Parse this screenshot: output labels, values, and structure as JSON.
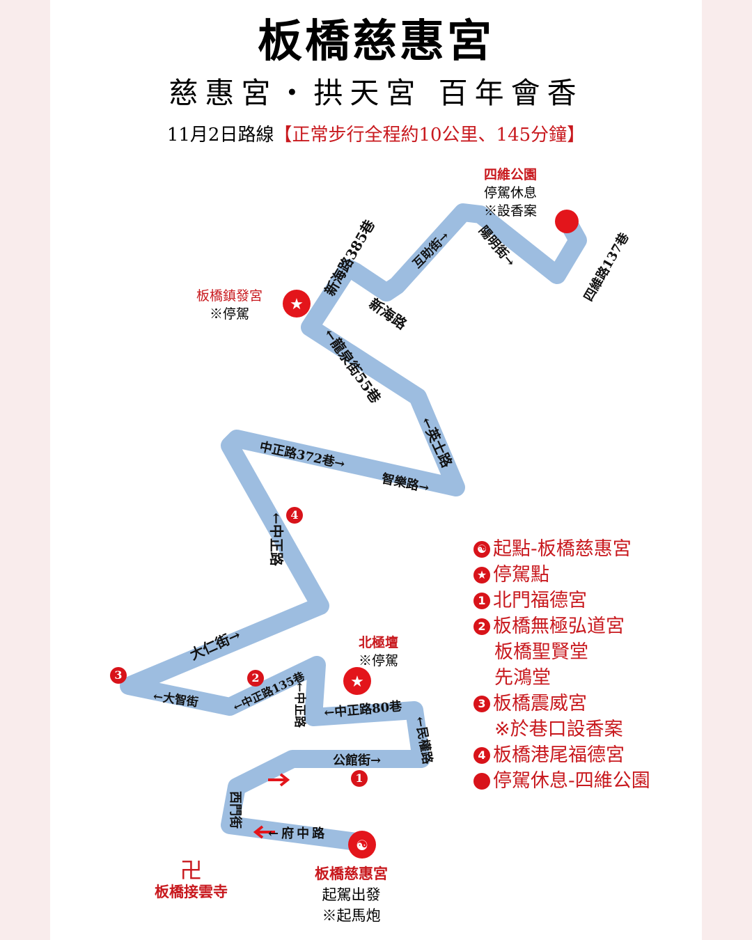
{
  "title": "板橋慈惠宮",
  "subtitle": "慈惠宮・拱天宮 百年會香",
  "route_date": "11月2日路線",
  "route_summary": "【正常步行全程約10公里、145分鐘】",
  "places": {
    "siwei": {
      "name": "四維公園",
      "l1": "停駕休息",
      "l2": "※設香案"
    },
    "zhenfa": {
      "name": "板橋鎮發宮",
      "l1": "※停駕"
    },
    "beiji": {
      "name": "北極壇",
      "l1": "※停駕"
    },
    "cihui": {
      "name": "板橋慈惠宮",
      "l1": "起駕出發",
      "l2": "※起馬炮"
    },
    "jieyun": {
      "symbol": "卍",
      "name": "板橋接雲寺"
    }
  },
  "markers": {
    "m1": "1",
    "m2": "2",
    "m3": "3",
    "m4": "4"
  },
  "streets": {
    "s1": "新海路385巷",
    "s2": "互助街→",
    "s3": "陽明街→",
    "s4": "四維路137巷",
    "s5": "新海路",
    "s6": "←龍泉街55巷",
    "s7": "←英士路",
    "s8": "中正路372巷→",
    "s9": "智樂路→",
    "s10": "←中正路",
    "s11": "大仁街→",
    "s12": "←大智街",
    "s13": "←中正路135巷",
    "s14": "←中正路",
    "s15": "←中正路80巷",
    "s16": "←民權路",
    "s17": "公館街→",
    "s18": "西門街",
    "s19": "←府中路"
  },
  "legend": [
    {
      "icon": "yin-yang",
      "text": "起點-板橋慈惠宮"
    },
    {
      "icon": "star",
      "text": "停駕點"
    },
    {
      "icon": "1",
      "text": "北門福德宮"
    },
    {
      "icon": "2",
      "text": "板橋無極弘道宮"
    },
    {
      "icon": "",
      "text": "板橋聖賢堂"
    },
    {
      "icon": "",
      "text": "先鴻堂"
    },
    {
      "icon": "3",
      "text": "板橋震威宮"
    },
    {
      "icon": "",
      "text": "※於巷口設香案"
    },
    {
      "icon": "4",
      "text": "板橋港尾福德宮"
    },
    {
      "icon": "red-dot",
      "text": "停駕休息-四維公園"
    }
  ],
  "colors": {
    "route": "#9dbde0",
    "accent": "#c8191e"
  }
}
